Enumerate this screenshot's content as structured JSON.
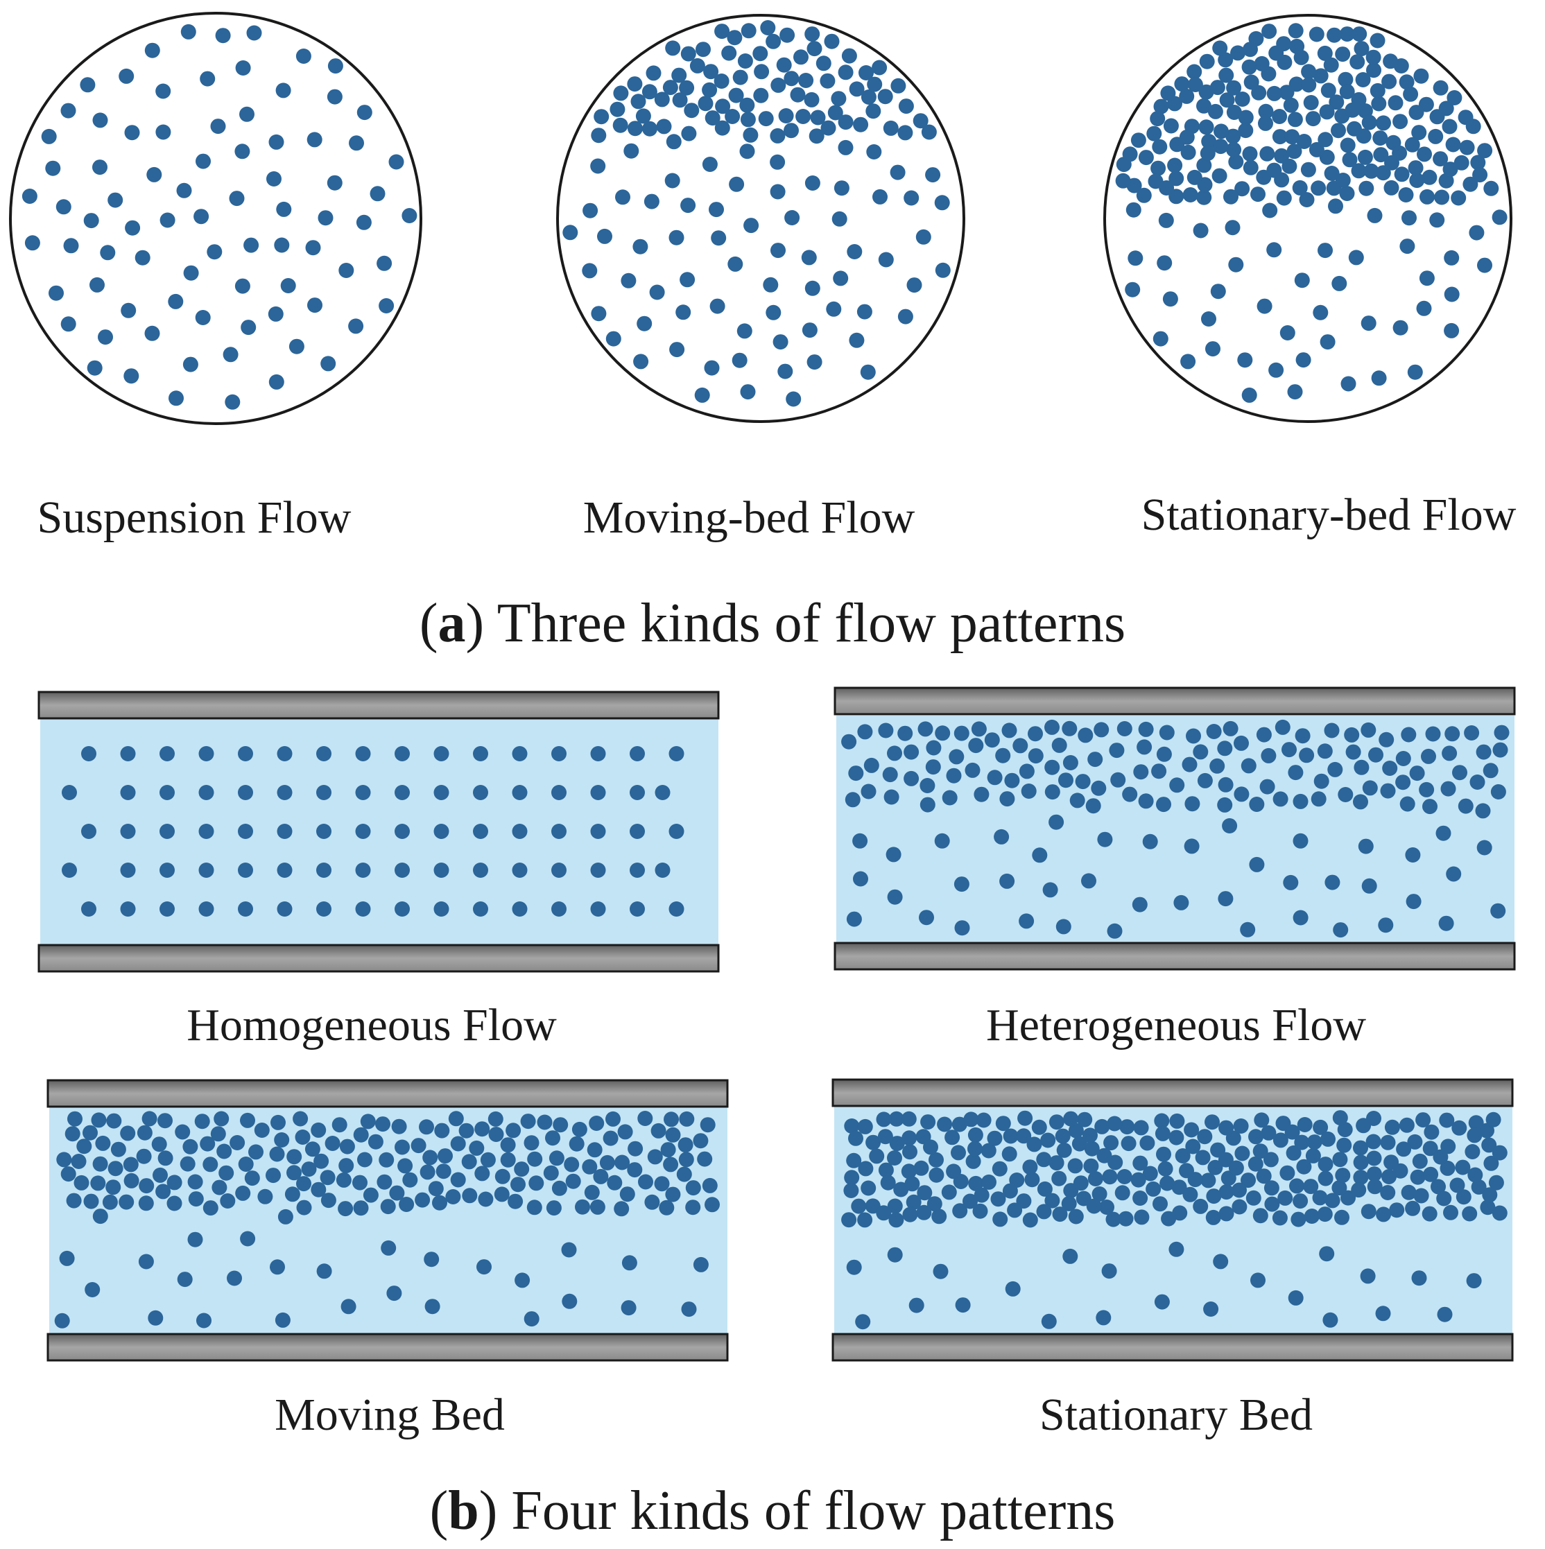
{
  "colors": {
    "particle": "#2b6599",
    "fluid": "#c3e4f5",
    "wall_dark": "#6d6d6d",
    "wall_light": "#a9a9a9",
    "outline": "#1a1a1a",
    "text": "#1a1a1a"
  },
  "part_a": {
    "caption_letter": "a",
    "caption_text": " Three kinds of flow patterns",
    "patterns": [
      {
        "label": "Suspension Flow",
        "density": "uniform"
      },
      {
        "label": "Moving-bed Flow",
        "density": "top-concentrated"
      },
      {
        "label": "Stationary-bed Flow",
        "density": "top-packed"
      }
    ]
  },
  "part_b": {
    "caption_letter": "b",
    "caption_text": " Four kinds of flow patterns",
    "patterns": [
      {
        "label": "Homogeneous Flow",
        "density": "grid"
      },
      {
        "label": "Heterogeneous Flow",
        "density": "graded"
      },
      {
        "label": "Moving Bed",
        "density": "top-concentrated"
      },
      {
        "label": "Stationary Bed",
        "density": "top-packed"
      }
    ]
  }
}
